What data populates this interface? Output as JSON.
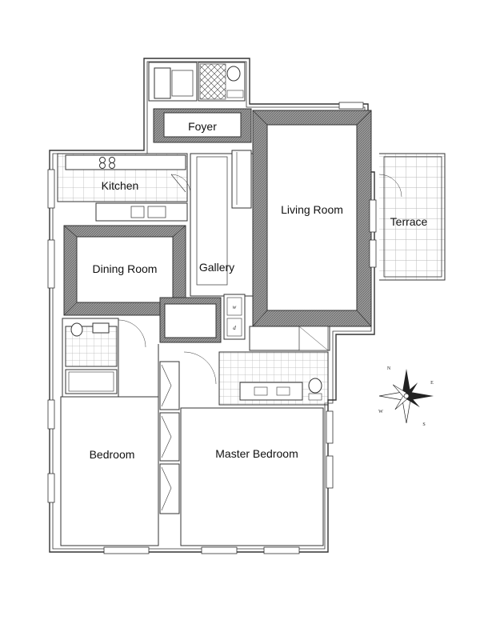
{
  "rooms": {
    "foyer": "Foyer",
    "kitchen": "Kitchen",
    "living_room": "Living Room",
    "terrace": "Terrace",
    "dining_room": "Dining Room",
    "gallery": "Gallery",
    "bedroom": "Bedroom",
    "master_bedroom": "Master Bedroom"
  },
  "closet_marks": {
    "washer": "w",
    "dryer": "d"
  },
  "compass": {
    "north": "N",
    "east": "E",
    "south": "S",
    "west": "W"
  },
  "colors": {
    "wall": "#8a8a8a",
    "line": "#333333",
    "tile": "#b5b5b5",
    "paper": "#ffffff"
  }
}
